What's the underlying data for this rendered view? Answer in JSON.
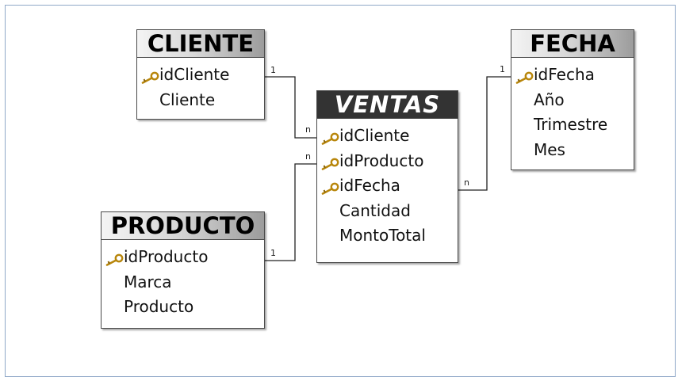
{
  "tables": {
    "cliente": {
      "title": "CLIENTE",
      "fields": [
        {
          "name": "idCliente",
          "key": true
        },
        {
          "name": "Cliente",
          "key": false
        }
      ]
    },
    "fecha": {
      "title": "FECHA",
      "fields": [
        {
          "name": "idFecha",
          "key": true
        },
        {
          "name": "Año",
          "key": false
        },
        {
          "name": "Trimestre",
          "key": false
        },
        {
          "name": "Mes",
          "key": false
        }
      ]
    },
    "ventas": {
      "title": "VENTAS",
      "fields": [
        {
          "name": "idCliente",
          "key": true
        },
        {
          "name": "idProducto",
          "key": true
        },
        {
          "name": "idFecha",
          "key": true
        },
        {
          "name": "Cantidad",
          "key": false
        },
        {
          "name": "MontoTotal",
          "key": false
        }
      ]
    },
    "producto": {
      "title": "PRODUCTO",
      "fields": [
        {
          "name": "idProducto",
          "key": true
        },
        {
          "name": "Marca",
          "key": false
        },
        {
          "name": "Producto",
          "key": false
        }
      ]
    }
  },
  "relationships": [
    {
      "from": "cliente",
      "to": "ventas",
      "from_card": "1",
      "to_card": "n"
    },
    {
      "from": "producto",
      "to": "ventas",
      "from_card": "1",
      "to_card": "n"
    },
    {
      "from": "fecha",
      "to": "ventas",
      "from_card": "1",
      "to_card": "n"
    }
  ],
  "colors": {
    "fact_header": "#333333",
    "line": "#222222",
    "key_icon": "#b8860b",
    "frame": "#8fa8c8"
  }
}
